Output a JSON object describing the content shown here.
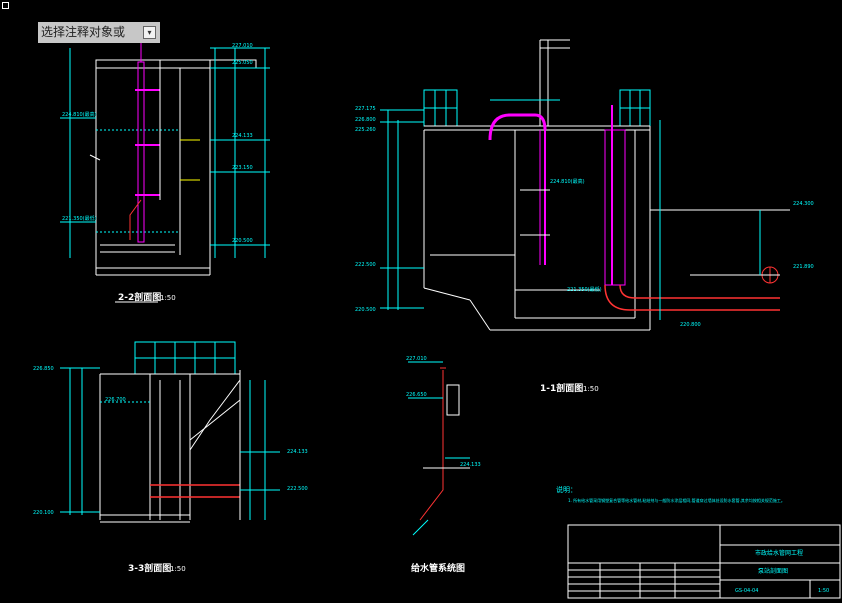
{
  "command_prompt": {
    "text": "选择注释对象或",
    "dropdown_icon": "arrow-down-icon"
  },
  "labels": {
    "section22": "2-2剖面图",
    "section11": "1-1剖面图",
    "section33": "3-3剖面图",
    "pipe_system": "给水管系统图",
    "scale": "1:50",
    "notes_title": "说明：",
    "note1": "1. 所有给水管采用钢塑复合管等给水管材,粘结剂与一般防水涂层相同,管道穿过墙体处设防水套管,其余均按相关规范施工。"
  },
  "elevations": {
    "e1": "227.010",
    "e2": "225.050",
    "e3": "224.810(最高)",
    "e4": "224.133",
    "e5": "223.150",
    "e6": "221.350(最低)",
    "e7": "220.500",
    "f1": "227.175",
    "f2": "226.800",
    "f3": "225.260",
    "f4": "224.810(最高)",
    "f5": "221.350(最低)",
    "f6": "222.500",
    "f7": "220.500",
    "f8": "224.300",
    "f9": "221.890",
    "f10": "220.800",
    "g1": "226.850",
    "g2": "226.700",
    "g3": "224.133",
    "g4": "222.500",
    "g5": "220.100",
    "h1": "227.010",
    "h2": "226.650",
    "h3": "224.133"
  },
  "title_block": {
    "project": "市政给水管网工程",
    "drawing": "泵站剖面图",
    "number": "GS-04-04",
    "scale": "1:50"
  }
}
